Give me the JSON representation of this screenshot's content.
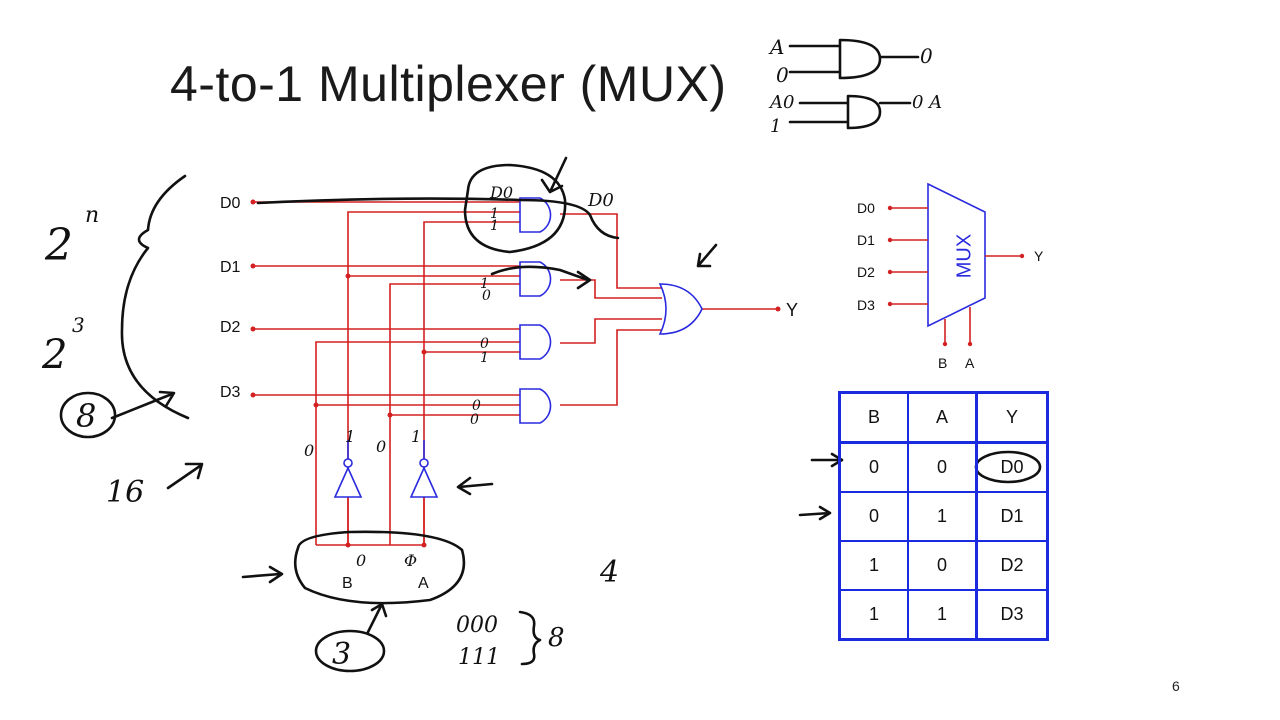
{
  "slide": {
    "title": "4-to-1 Multiplexer (MUX)",
    "page_number": "6"
  },
  "circuit": {
    "inputs": [
      "D0",
      "D1",
      "D2",
      "D3"
    ],
    "selects": [
      "B",
      "A"
    ],
    "output": "Y",
    "colors": {
      "wire": "#d42020",
      "gate": "#2a2adf"
    }
  },
  "block": {
    "label": "MUX",
    "inputs": [
      "D0",
      "D1",
      "D2",
      "D3"
    ],
    "selects": [
      "B",
      "A"
    ],
    "output": "Y"
  },
  "truth_table": {
    "headers": [
      "B",
      "A",
      "Y"
    ],
    "rows": [
      [
        "0",
        "0",
        "D0"
      ],
      [
        "0",
        "1",
        "D1"
      ],
      [
        "1",
        "0",
        "D2"
      ],
      [
        "1",
        "1",
        "D3"
      ]
    ]
  },
  "handwriting": {
    "two_n": "2",
    "exp_n": "n",
    "two_3": "2",
    "exp_3": "3",
    "eight": "8",
    "sixteen": "16",
    "three": "3",
    "four": "4",
    "zeros": "000",
    "ones": "111",
    "eight_b": "8",
    "d0_note": "D0",
    "d0_out": "D0",
    "and_a": "A",
    "and_0": "0",
    "and_out0": "0",
    "and2_a": "A0",
    "and2_1": "1",
    "and2_out": "0 A",
    "bit_b0": "0",
    "bit_a0": "Φ",
    "not_in_b": "0",
    "not_out_b": "1",
    "not_in_a": "0",
    "not_out_a": "1"
  }
}
